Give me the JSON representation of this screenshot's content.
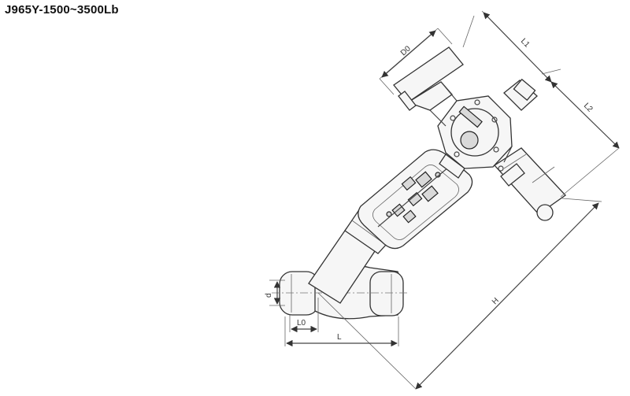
{
  "title": "J965Y-1500~3500Lb",
  "dimensions": {
    "d0": "D0",
    "l1": "L1",
    "l2": "L2",
    "h": "H",
    "d": "d",
    "l0": "L0",
    "l": "L"
  }
}
